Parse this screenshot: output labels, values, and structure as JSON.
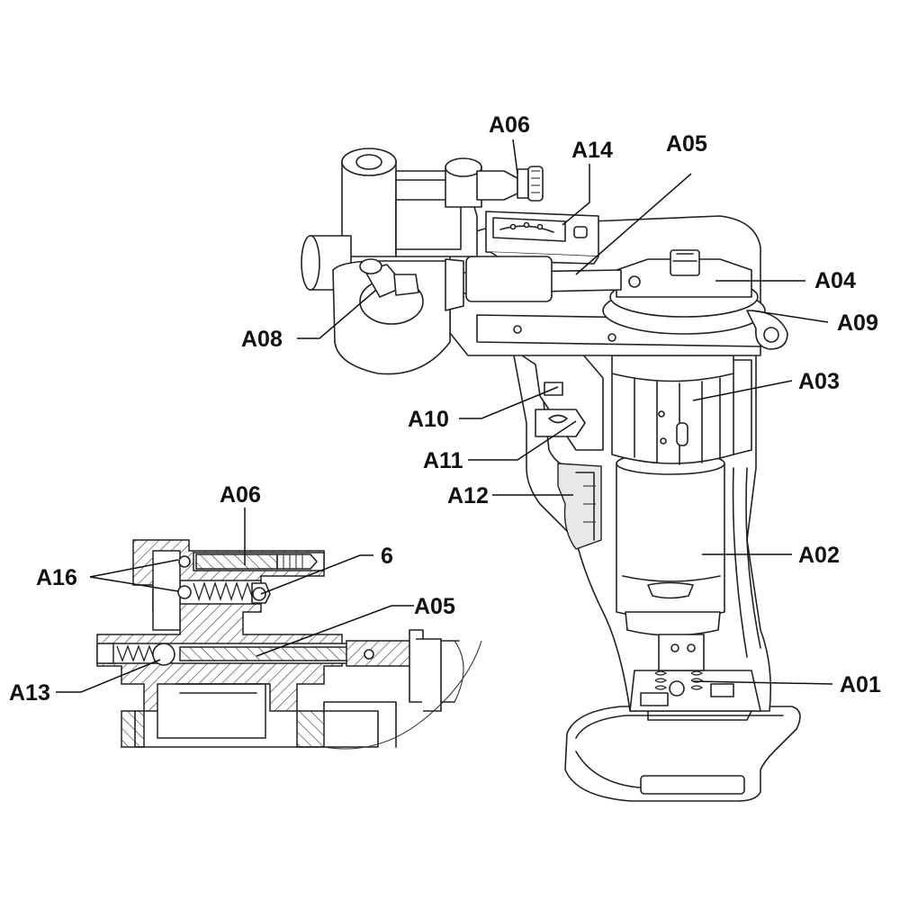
{
  "callouts": {
    "a06_top": "A06",
    "a14": "A14",
    "a05_top": "A05",
    "a04": "A04",
    "a09": "A09",
    "a08": "A08",
    "a03": "A03",
    "a10": "A10",
    "a11": "A11",
    "a12": "A12",
    "a02": "A02",
    "a01": "A01",
    "a06_section": "A06",
    "num_6": "6",
    "a16": "A16",
    "a05_section": "A05",
    "a13": "A13"
  }
}
